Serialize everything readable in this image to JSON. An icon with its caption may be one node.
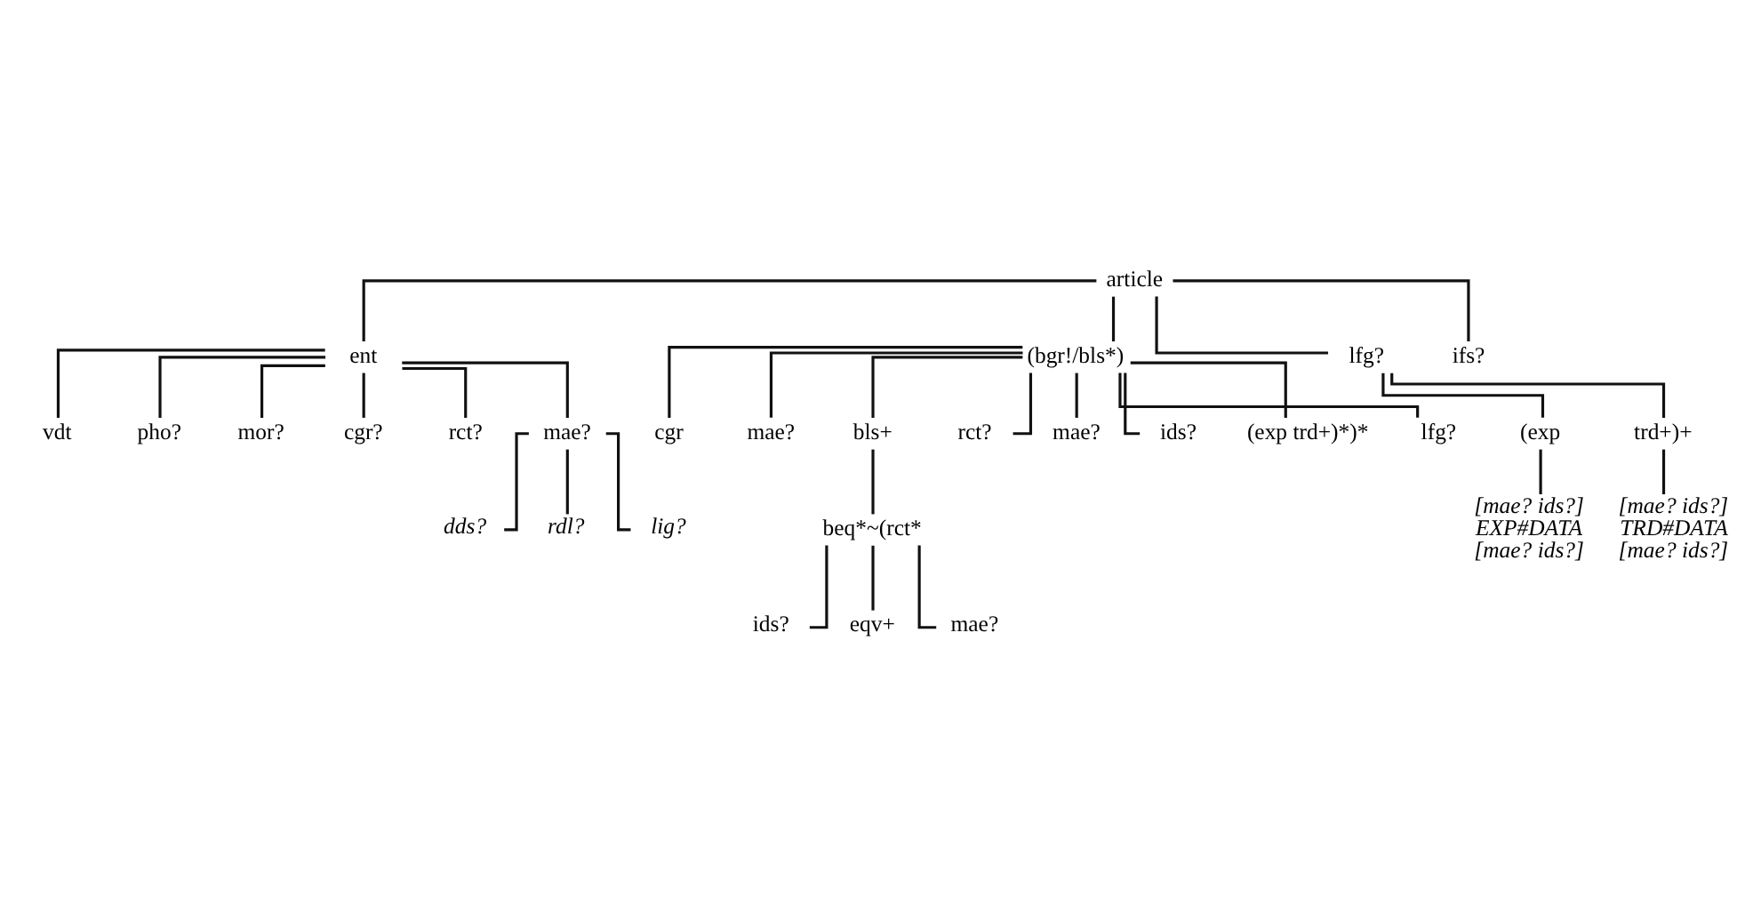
{
  "diagram": {
    "nodes": [
      {
        "text": [
          "article"
        ]
      },
      {
        "text": [
          "ent"
        ]
      },
      {
        "text": [
          "(bgr!/bls*)"
        ]
      },
      {
        "text": [
          "lfg?"
        ]
      },
      {
        "text": [
          "ifs?"
        ]
      },
      {
        "text": [
          "cgr"
        ]
      },
      {
        "text": [
          "mae?"
        ]
      },
      {
        "text": [
          "bls+"
        ]
      },
      {
        "text": [
          "(exp"
        ]
      },
      {
        "text": [
          "trd+)+"
        ]
      },
      {
        "text": [
          "vdt"
        ]
      },
      {
        "text": [
          "pho?"
        ]
      },
      {
        "text": [
          "mor?"
        ]
      },
      {
        "text": [
          "cgr?"
        ]
      },
      {
        "text": [
          "rct?"
        ]
      },
      {
        "text": [
          "mae?"
        ]
      },
      {
        "text": [
          "[mae? ids?]",
          "EXP#DATA",
          "[mae? ids?]"
        ]
      },
      {
        "text": [
          "[mae? ids?]",
          "TRD#DATA",
          "[mae? ids?]"
        ]
      },
      {
        "text": [
          "dds?"
        ]
      },
      {
        "text": [
          "rdl?"
        ]
      },
      {
        "text": [
          "lig?"
        ]
      },
      {
        "text": [
          "rct?"
        ]
      },
      {
        "text": [
          "mae?"
        ]
      },
      {
        "text": [
          "ids?"
        ]
      },
      {
        "text": [
          "beq*~(rct*"
        ]
      },
      {
        "text": [
          "(exp trd+)*)*"
        ]
      },
      {
        "text": [
          "lfg?"
        ]
      },
      {
        "text": [
          "ids?"
        ]
      },
      {
        "text": [
          "eqv+"
        ]
      },
      {
        "text": [
          "mae?"
        ]
      }
    ],
    "edges": [
      {
        "from": 0,
        "to": 1,
        "arrow": "none"
      },
      {
        "from": 0,
        "to": 2,
        "arrow": "none"
      },
      {
        "from": 0,
        "to": 3,
        "arrow": "none"
      },
      {
        "from": 0,
        "to": 4,
        "arrow": "none"
      },
      {
        "from": 2,
        "to": 5,
        "arrow": "none"
      },
      {
        "from": 2,
        "to": 6,
        "arrow": "none"
      },
      {
        "from": 2,
        "to": 7,
        "arrow": "none"
      },
      {
        "from": 3,
        "to": 8,
        "arrow": "none"
      },
      {
        "from": 3,
        "to": 9,
        "arrow": "none"
      },
      {
        "from": 1,
        "to": 10,
        "arrow": "none"
      },
      {
        "from": 1,
        "to": 11,
        "arrow": "none"
      },
      {
        "from": 1,
        "to": 12,
        "arrow": "none"
      },
      {
        "from": 1,
        "to": 13,
        "arrow": "none"
      },
      {
        "from": 1,
        "to": 14,
        "arrow": "none"
      },
      {
        "from": 1,
        "to": 15,
        "arrow": "none"
      },
      {
        "from": 8,
        "to": 16,
        "arrow": "none"
      },
      {
        "from": 9,
        "to": 17,
        "arrow": "none"
      },
      {
        "from": 15,
        "to": 18,
        "arrow": "none"
      },
      {
        "from": 15,
        "to": 19,
        "arrow": "none"
      },
      {
        "from": 15,
        "to": 20,
        "arrow": "none"
      },
      {
        "from": 2,
        "to": 21,
        "arrow": "none"
      },
      {
        "from": 2,
        "to": 22,
        "arrow": "none"
      },
      {
        "from": 2,
        "to": 23,
        "arrow": "none"
      },
      {
        "from": 7,
        "to": 24,
        "arrow": "none"
      },
      {
        "from": 2,
        "to": 25,
        "arrow": "none"
      },
      {
        "from": 2,
        "to": 26,
        "arrow": "none"
      },
      {
        "from": 24,
        "to": 27,
        "arrow": "none"
      },
      {
        "from": 24,
        "to": 28,
        "arrow": "none"
      },
      {
        "from": 24,
        "to": 29,
        "arrow": "none"
      }
    ]
  }
}
